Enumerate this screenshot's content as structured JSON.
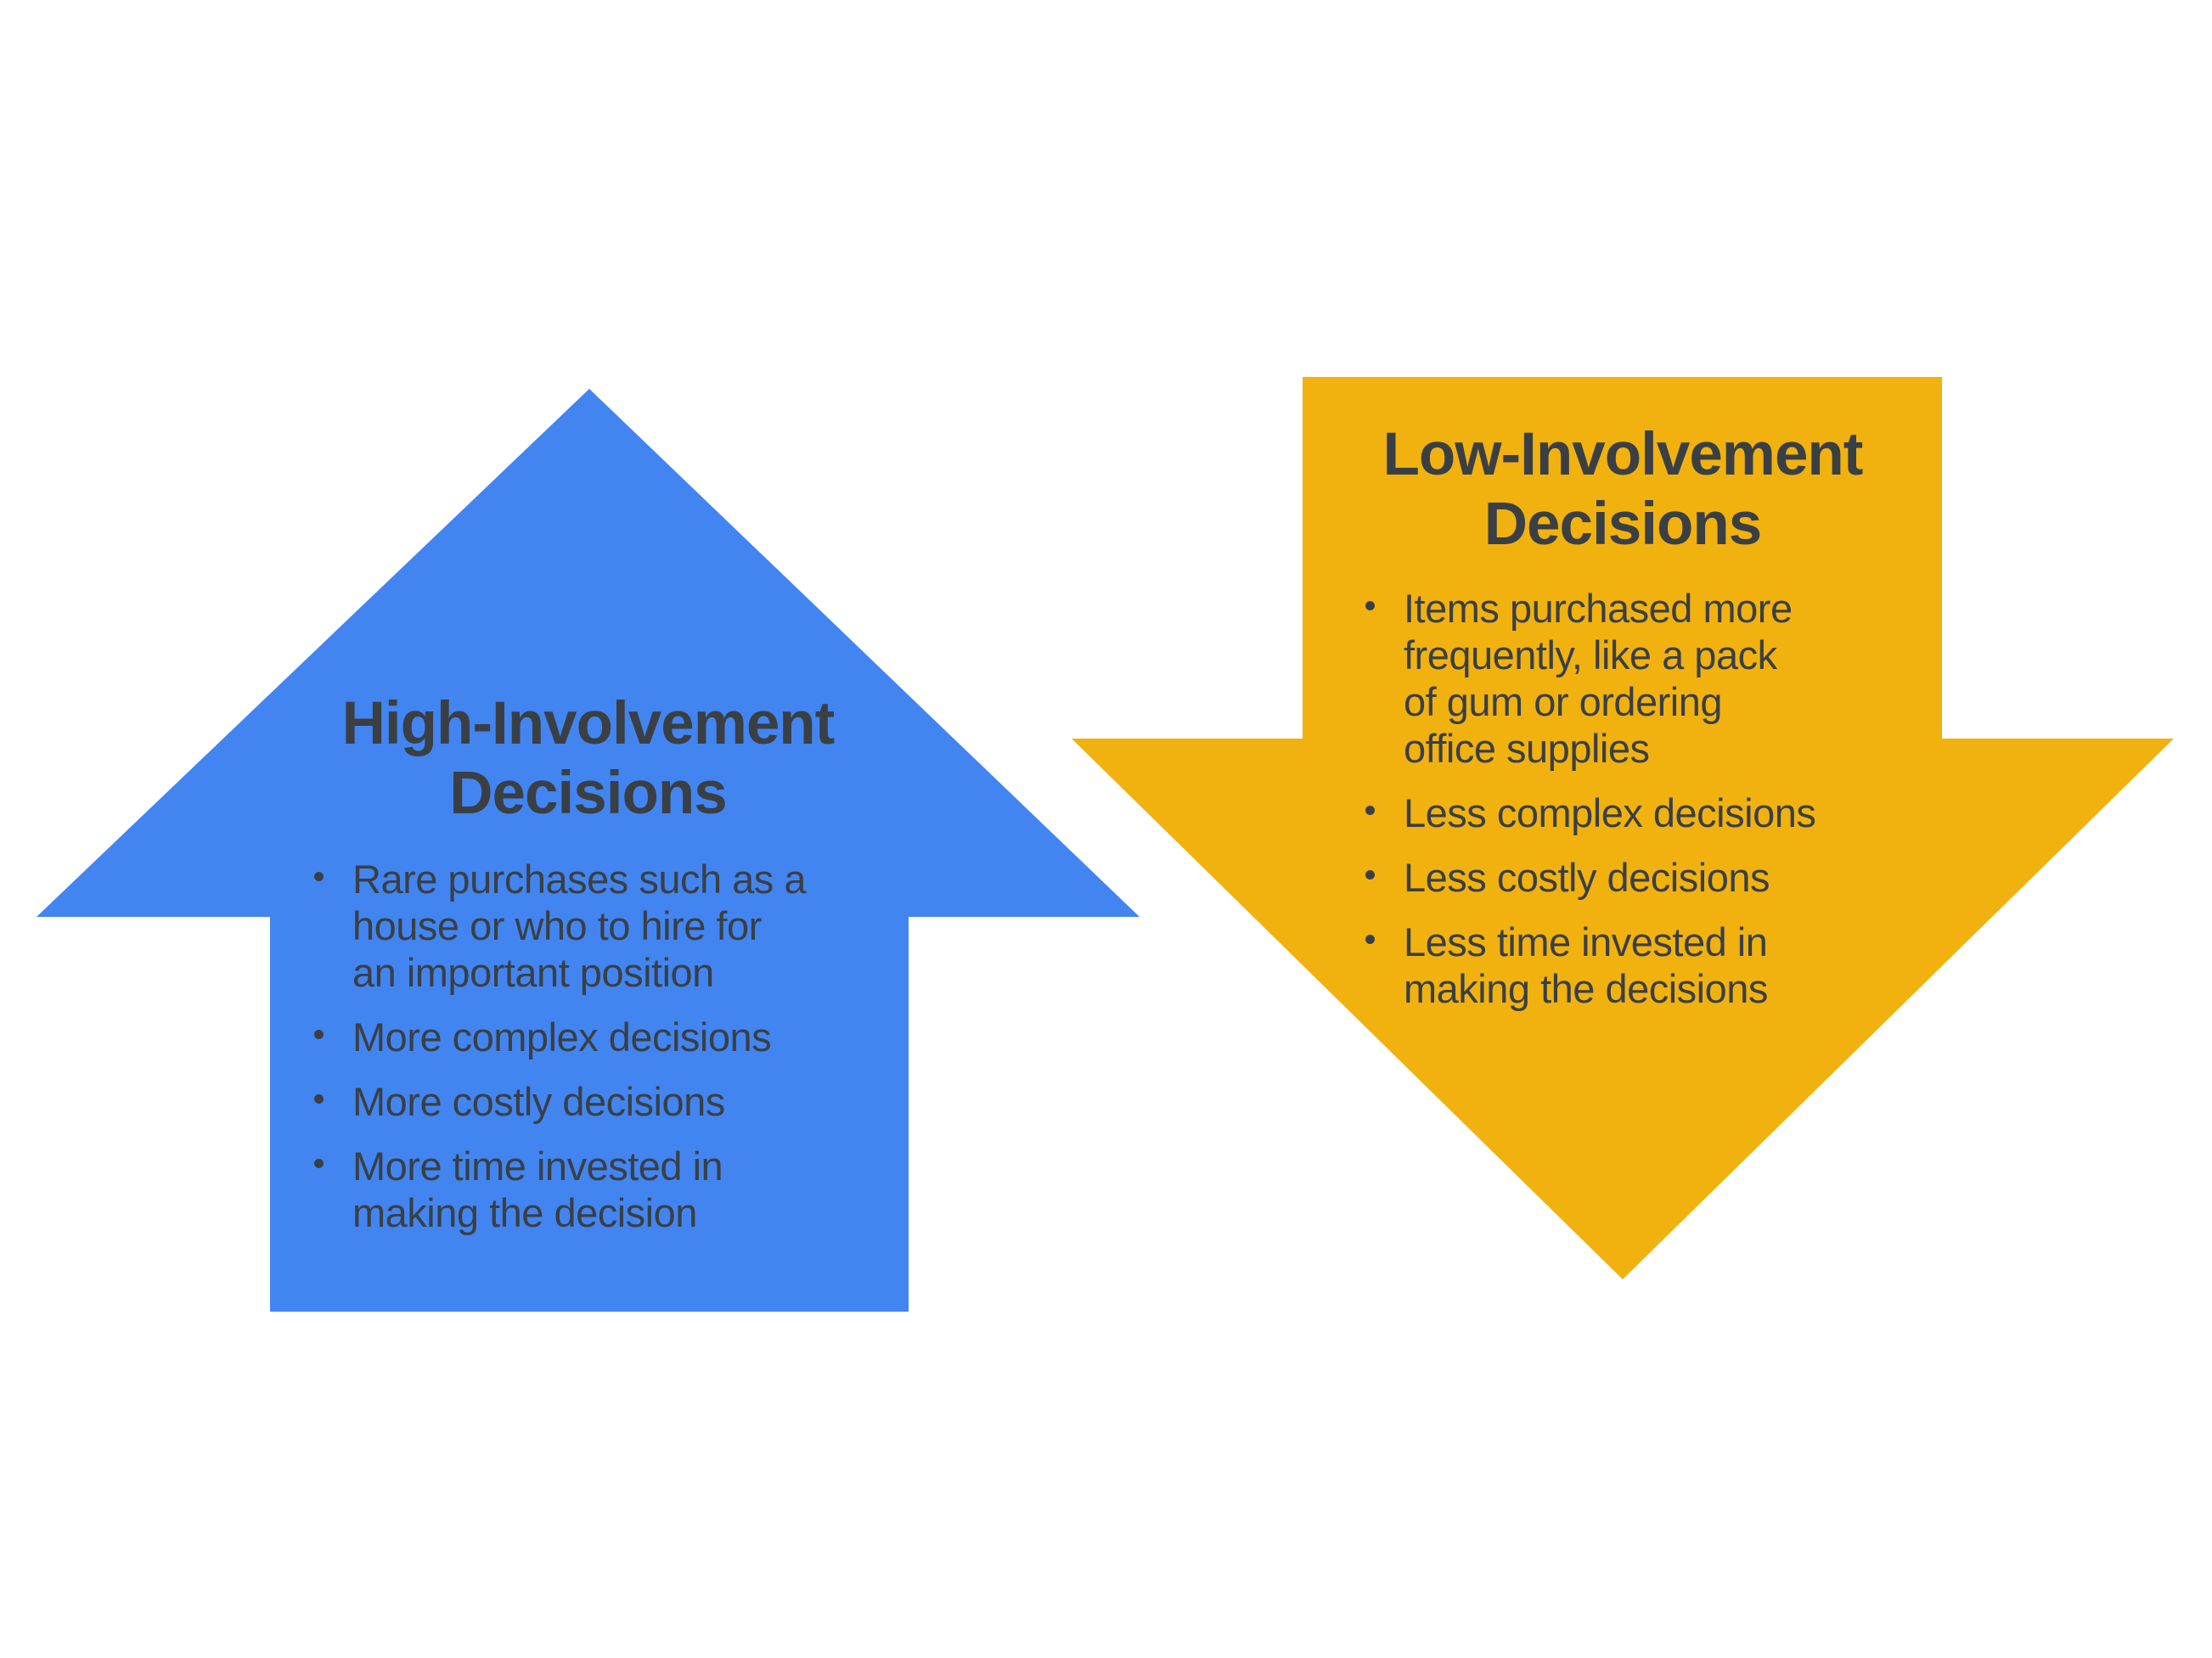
{
  "colors": {
    "blue": "#4285F0",
    "yellow": "#F1B20F",
    "text": "#3A3F44",
    "background": "#FFFFFF"
  },
  "diagram": {
    "high_involvement": {
      "title": "High-Involvement\nDecisions",
      "arrow_direction": "up",
      "color": "#4285F0",
      "bullets": [
        "Rare purchases such as a\nhouse or who to hire for\nan important position",
        "More complex decisions",
        "More costly decisions",
        "More time invested in\nmaking the decision"
      ]
    },
    "low_involvement": {
      "title": "Low-Involvement\nDecisions",
      "arrow_direction": "down",
      "color": "#F1B20F",
      "bullets": [
        "Items purchased more\nfrequently, like a pack\nof gum or ordering\noffice supplies",
        "Less complex decisions",
        "Less costly decisions",
        "Less time invested in\nmaking the decisions"
      ]
    }
  }
}
